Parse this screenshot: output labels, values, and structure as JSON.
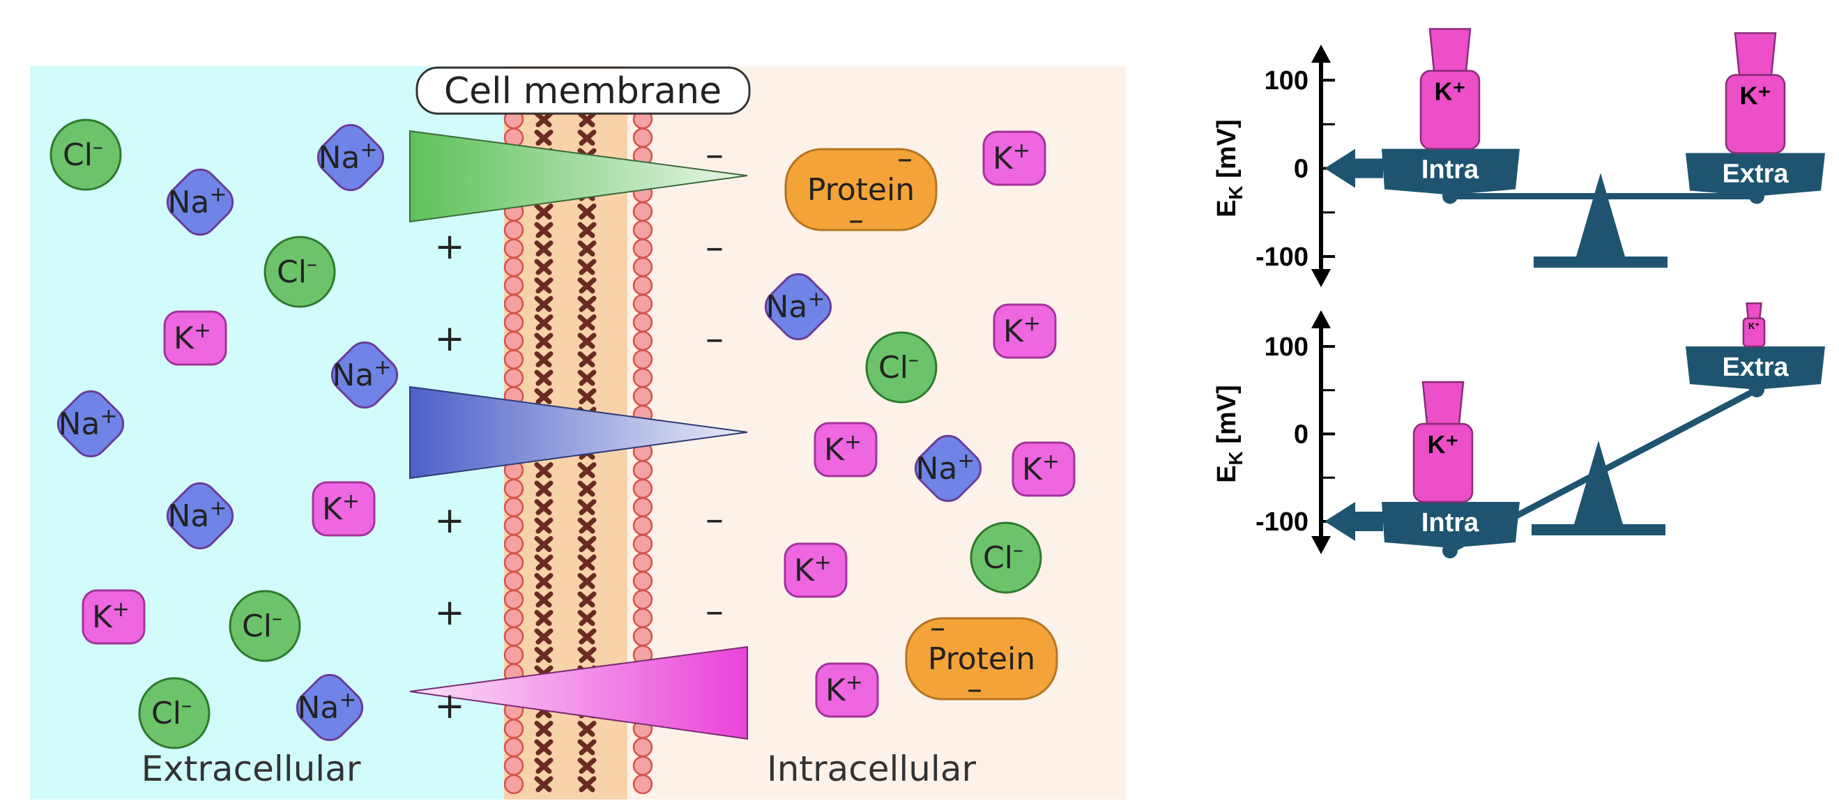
{
  "colors": {
    "extracellular_bg": "#d2fbfb",
    "intracellular_bg": "#fdf2ea",
    "cl": "#6cc36a",
    "na": "#6f84e6",
    "k": "#ee66e0",
    "protein": "#f3a338",
    "balance": "#1e5470",
    "weight": "#ec4fc8"
  },
  "membrane": {
    "label": "Cell membrane",
    "extracellular_label": "Extracellular",
    "intracellular_label": "Intracellular",
    "plus_sign": "+",
    "minus_sign": "–"
  },
  "ions": {
    "cl": {
      "base": "Cl",
      "charge": "–"
    },
    "na": {
      "base": "Na",
      "charge": "+"
    },
    "k": {
      "base": "K",
      "charge": "+"
    }
  },
  "protein": {
    "label": "Protein",
    "charge": "–"
  },
  "balance_top": {
    "axis_label": "E",
    "axis_sub": "K",
    "axis_unit": " [mV]",
    "ticks": [
      "100",
      "0",
      "-100"
    ],
    "left_pan": "Intra",
    "right_pan": "Extra",
    "weight_label": "K⁺",
    "potential_mv": 0
  },
  "balance_bottom": {
    "axis_label": "E",
    "axis_sub": "K",
    "axis_unit": " [mV]",
    "ticks": [
      "100",
      "0",
      "-100"
    ],
    "left_pan": "Intra",
    "right_pan": "Extra",
    "weight_label": "K⁺",
    "potential_mv": -100
  }
}
